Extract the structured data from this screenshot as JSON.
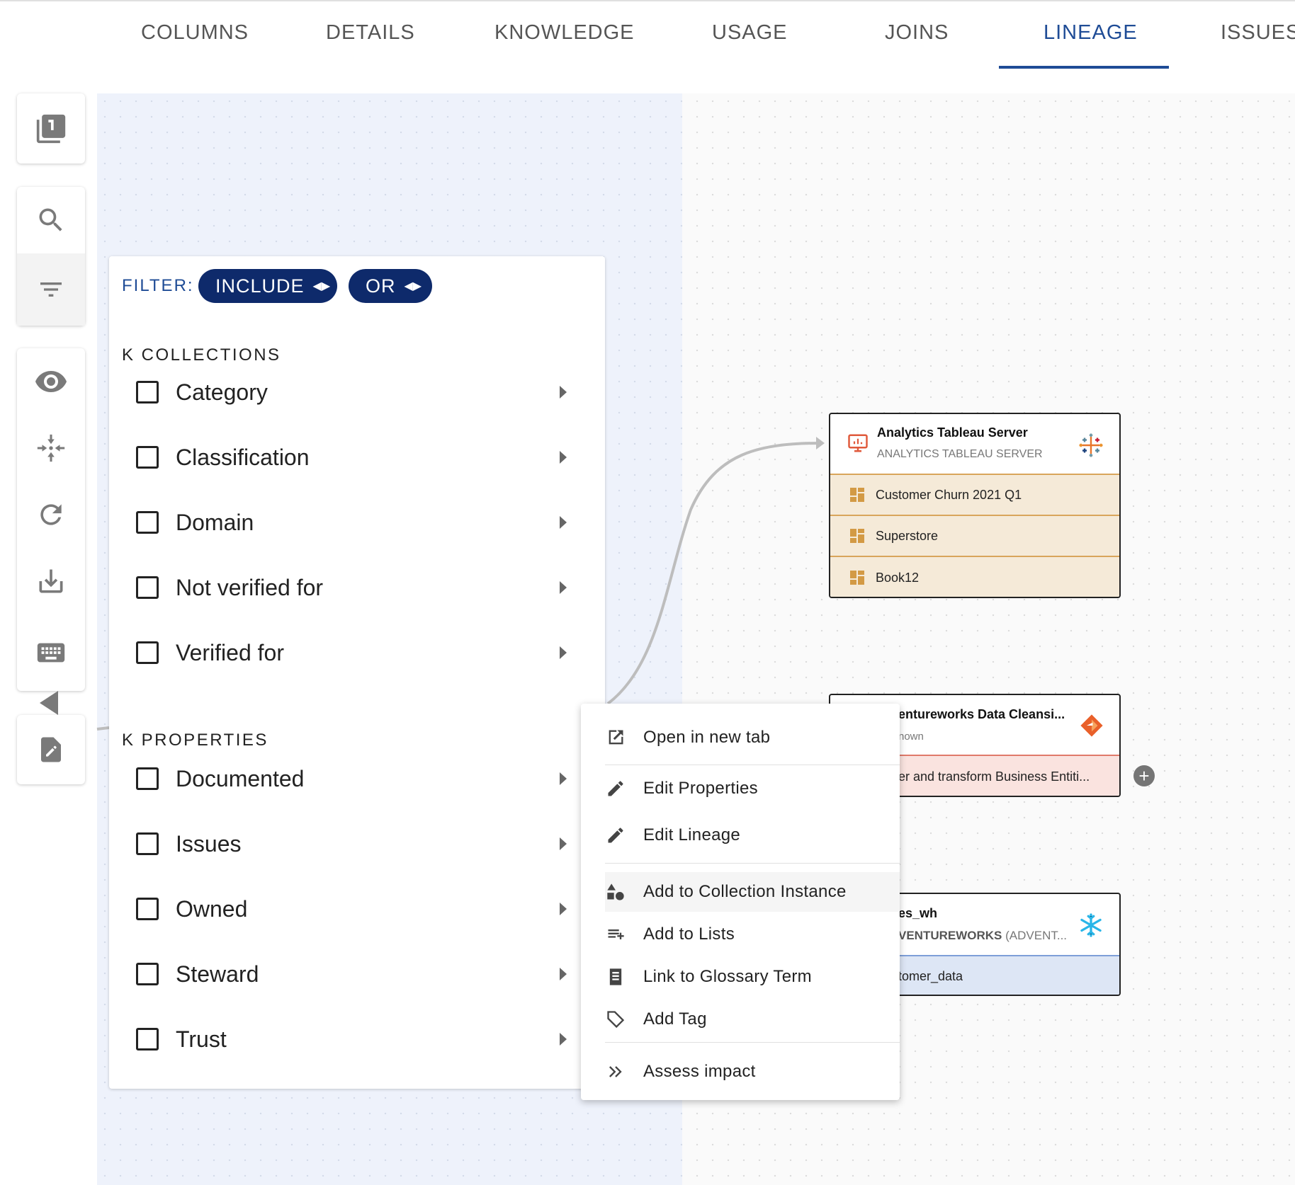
{
  "tabs": [
    {
      "label": "COLUMNS"
    },
    {
      "label": "DETAILS"
    },
    {
      "label": "KNOWLEDGE"
    },
    {
      "label": "USAGE"
    },
    {
      "label": "JOINS"
    },
    {
      "label": "LINEAGE"
    },
    {
      "label": "ISSUES"
    }
  ],
  "active_tab": "LINEAGE",
  "toolbar": {
    "icons": [
      "layers-one-icon",
      "search-icon",
      "filter-icon",
      "eye-icon",
      "collapse-icon",
      "refresh-icon",
      "download-icon",
      "keyboard-icon",
      "edit-note-icon"
    ]
  },
  "filter": {
    "label": "FILTER:",
    "include_label": "INCLUDE",
    "or_label": "OR",
    "collections_title": "K COLLECTIONS",
    "collections": [
      {
        "label": "Category"
      },
      {
        "label": "Classification"
      },
      {
        "label": "Domain"
      },
      {
        "label": "Not verified for"
      },
      {
        "label": "Verified for"
      }
    ],
    "properties_title": "K PROPERTIES",
    "properties": [
      {
        "label": "Documented"
      },
      {
        "label": "Issues"
      },
      {
        "label": "Owned"
      },
      {
        "label": "Steward"
      },
      {
        "label": "Trust"
      }
    ]
  },
  "nodes": {
    "tableau": {
      "title": "Analytics Tableau Server",
      "subtitle": "ANALYTICS TABLEAU SERVER",
      "rows": [
        {
          "label": "Customer Churn 2021 Q1"
        },
        {
          "label": "Superstore"
        },
        {
          "label": "Book12"
        }
      ]
    },
    "cleansing": {
      "title": "entureworks Data Cleansi...",
      "subtitle": "nown",
      "row": "er and transform Business Entiti..."
    },
    "snowflake": {
      "title": "es_wh",
      "subtitle_bold": "VENTUREWORKS",
      "subtitle_rest": " (ADVENT...",
      "row": "tomer_data"
    }
  },
  "context_menu": {
    "items": [
      {
        "label": "Open in new tab",
        "icon": "open-external-icon"
      },
      {
        "label": "Edit Properties",
        "icon": "pencil-icon"
      },
      {
        "label": "Edit Lineage",
        "icon": "pencil-icon"
      },
      {
        "label": "Add to Collection Instance",
        "icon": "shapes-icon"
      },
      {
        "label": "Add to Lists",
        "icon": "playlist-add-icon"
      },
      {
        "label": "Link to Glossary Term",
        "icon": "document-icon"
      },
      {
        "label": "Add Tag",
        "icon": "tag-icon"
      },
      {
        "label": "Assess impact",
        "icon": "double-chevron-icon"
      }
    ]
  },
  "colors": {
    "accent": "#1f4c96",
    "pill": "#0e2a6b",
    "tableau_row": "#f5ead8",
    "tableau_divider": "#d9a55b",
    "cleansing_row": "#fae3df",
    "cleansing_divider": "#e07a6a",
    "snowflake_row": "#dde6f5",
    "snowflake_divider": "#7e9fd8"
  }
}
